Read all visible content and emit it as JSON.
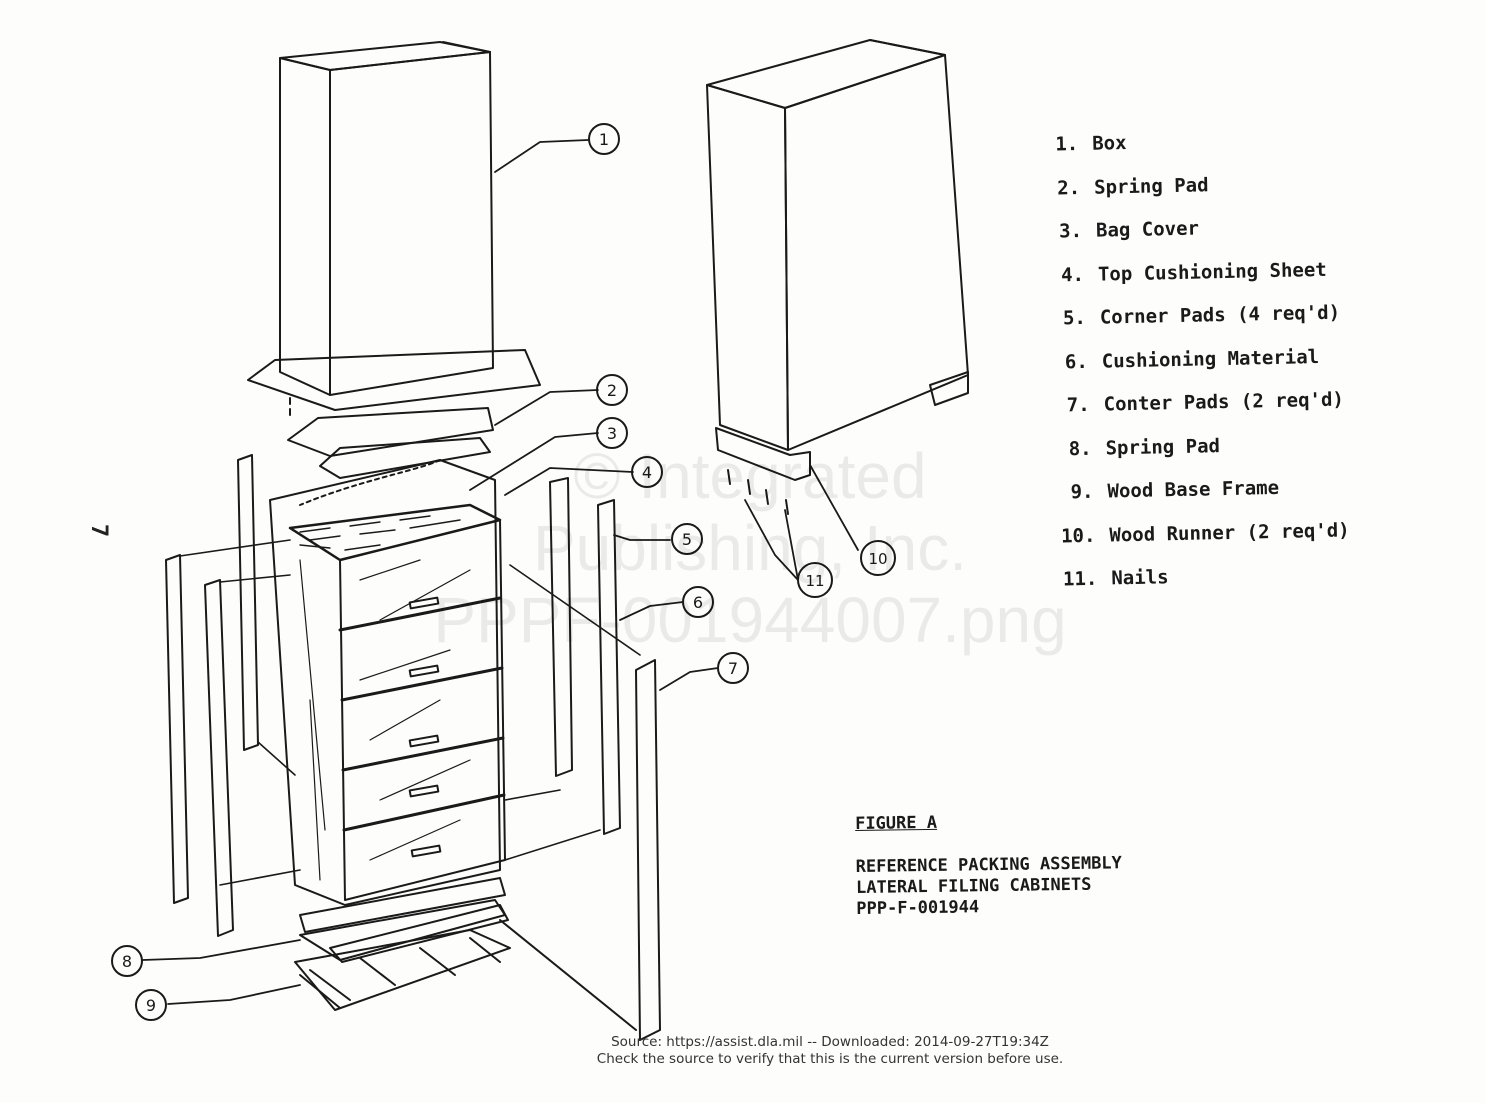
{
  "page_number": "7",
  "legend": [
    {
      "num": "1.",
      "label": "Box"
    },
    {
      "num": "2.",
      "label": "Spring Pad"
    },
    {
      "num": "3.",
      "label": "Bag Cover"
    },
    {
      "num": "4.",
      "label": "Top Cushioning Sheet"
    },
    {
      "num": "5.",
      "label": "Corner Pads (4 req'd)"
    },
    {
      "num": "6.",
      "label": "Cushioning Material"
    },
    {
      "num": "7.",
      "label": "Conter Pads (2 req'd)"
    },
    {
      "num": "8.",
      "label": "Spring Pad"
    },
    {
      "num": "9.",
      "label": "Wood Base Frame"
    },
    {
      "num": "10.",
      "label": "Wood Runner (2 req'd)"
    },
    {
      "num": "11.",
      "label": "Nails"
    }
  ],
  "callouts": [
    "1",
    "2",
    "3",
    "4",
    "5",
    "6",
    "7",
    "8",
    "9",
    "10",
    "11"
  ],
  "caption": {
    "figure": "FIGURE A",
    "line1": "REFERENCE PACKING ASSEMBLY",
    "line2": "LATERAL FILING CABINETS",
    "line3": "PPP-F-001944"
  },
  "watermark": {
    "line1": "© Integrated",
    "line2": "Publishing, Inc.",
    "line3": "PPPF-001944007.png"
  },
  "footer": {
    "line1": "Source: https://assist.dla.mil -- Downloaded: 2014-09-27T19:34Z",
    "line2": "Check the source to verify that this is the current version before use."
  },
  "colors": {
    "ink": "#1a1a1a",
    "paper": "#fdfdfc"
  }
}
